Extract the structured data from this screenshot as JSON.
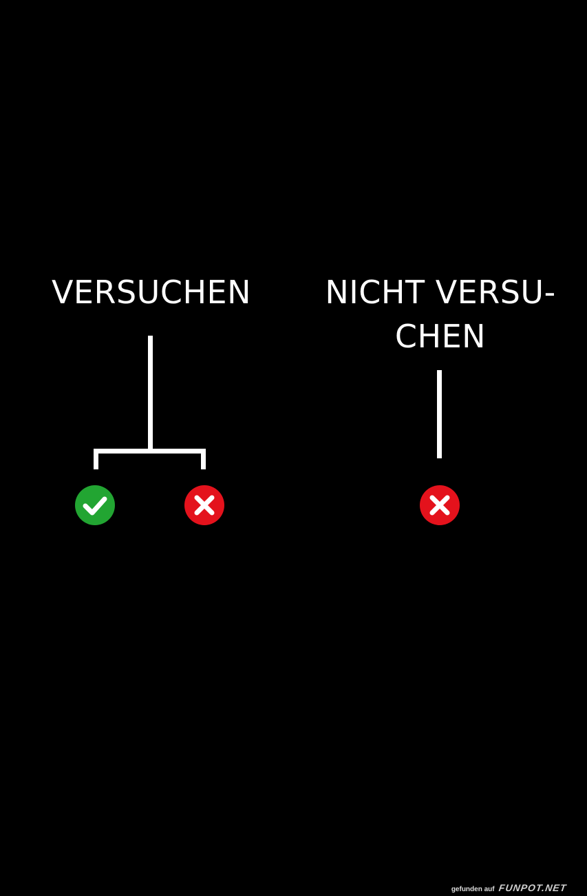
{
  "left_option": {
    "label": "VERSUCHEN",
    "outcomes": [
      {
        "result": "success",
        "icon": "check-circle-icon",
        "color": "#22a532"
      },
      {
        "result": "failure",
        "icon": "x-circle-icon",
        "color": "#e4121c"
      }
    ]
  },
  "right_option": {
    "label_lines": [
      "NICHT VERSU-",
      "CHEN"
    ],
    "outcomes": [
      {
        "result": "failure",
        "icon": "x-circle-icon",
        "color": "#e4121c"
      }
    ]
  },
  "watermark": {
    "prefix": "gefunden auf",
    "brand": "FUNPOT.NET"
  },
  "colors": {
    "background": "#000000",
    "foreground": "#ffffff",
    "success": "#22a532",
    "failure": "#e4121c"
  }
}
